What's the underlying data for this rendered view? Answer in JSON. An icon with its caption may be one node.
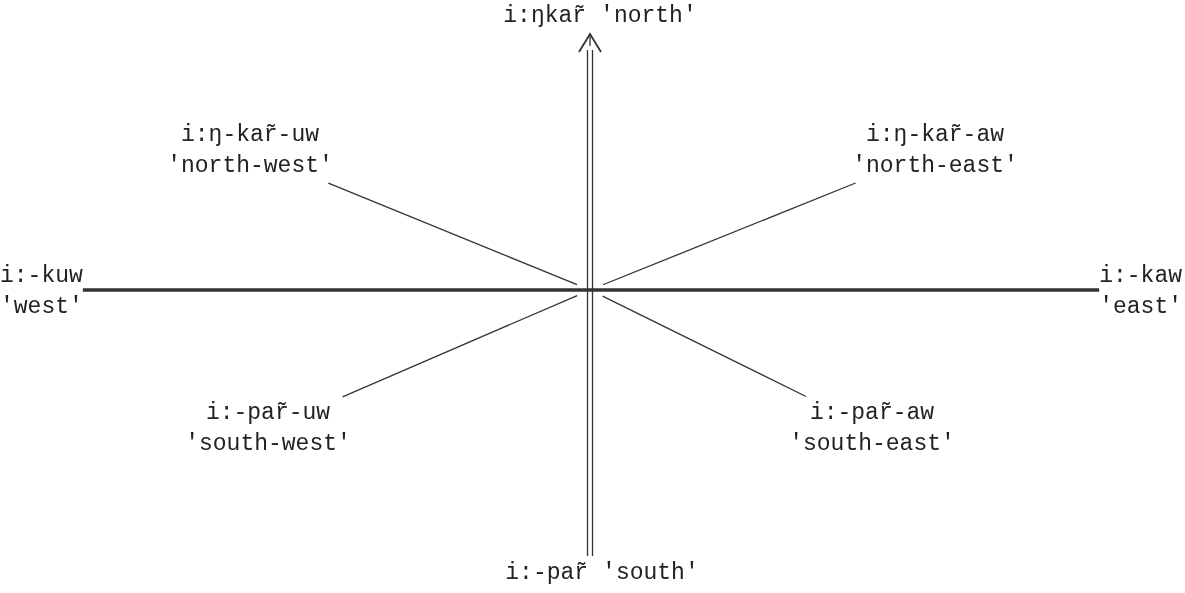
{
  "diagram": {
    "nodes": [
      {
        "text": [
          "i:ŋkar̃",
          "'north'"
        ]
      },
      {
        "text": [
          "i:ŋ-kar̃-uw",
          "'north-west'"
        ]
      },
      {
        "text": [
          "i:ŋ-kar̃-aw",
          "'north-east'"
        ]
      },
      {
        "text": [
          "i:-kuw",
          "'west'"
        ]
      },
      {
        "text": [
          "i:-kaw",
          "'east'"
        ]
      },
      {
        "text": [
          "i:-par̃-uw",
          "'south-west'"
        ]
      },
      {
        "text": [
          "i:-par̃-aw",
          "'south-east'"
        ]
      },
      {
        "text": [
          "i:-par̃",
          "'south'"
        ]
      }
    ],
    "edges": [
      {
        "from": 7,
        "to": 0,
        "arrow": "to"
      },
      {
        "from": 3,
        "to": 4,
        "arrow": "none",
        "style": "thick"
      },
      {
        "from": null,
        "to": 1,
        "arrow": "none"
      },
      {
        "from": null,
        "to": 2,
        "arrow": "none"
      },
      {
        "from": null,
        "to": 5,
        "arrow": "none"
      },
      {
        "from": null,
        "to": 6,
        "arrow": "none"
      }
    ]
  }
}
